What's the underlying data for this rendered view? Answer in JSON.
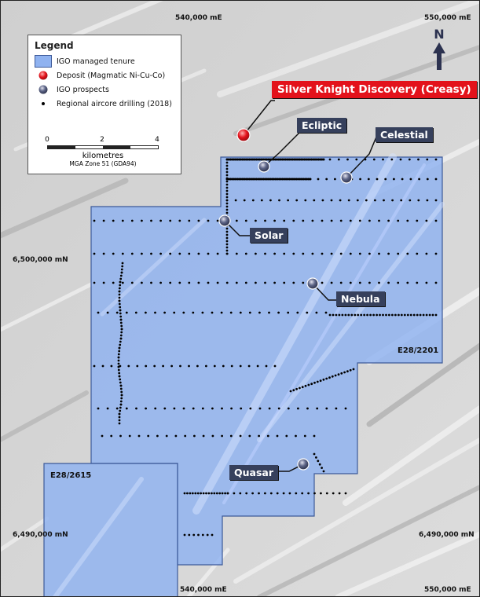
{
  "coordinates": {
    "top_left_e": "540,000 mE",
    "top_right_e": "550,000 mE",
    "bottom_left_e": "540,000 mE",
    "bottom_right_e": "550,000 mE",
    "upper_n_left": "6,500,000 mN",
    "lower_n_left": "6,490,000 mN",
    "lower_n_right": "6,490,000 mN"
  },
  "legend": {
    "title": "Legend",
    "items": [
      {
        "label": "IGO managed tenure",
        "symbol": "tenure-swatch"
      },
      {
        "label": "Deposit (Magmatic Ni-Cu-Co)",
        "symbol": "red-circle",
        "color": "#e3121b"
      },
      {
        "label": "IGO prospects",
        "symbol": "grey-circle",
        "color": "#3a4160"
      },
      {
        "label": "Regional aircore drilling (2018)",
        "symbol": "black-dot",
        "color": "#000000"
      }
    ],
    "scale": {
      "ticks": [
        "0",
        "2",
        "4"
      ],
      "unit": "kilometres",
      "zone": "MGA Zone 51 (GDA94)"
    }
  },
  "north": "N",
  "callouts": {
    "discovery": "Silver Knight Discovery (Creasy)",
    "ecliptic": "Ecliptic",
    "celestial": "Celestial",
    "solar": "Solar",
    "nebula": "Nebula",
    "quasar": "Quasar"
  },
  "tenements": {
    "main": "E28/2201",
    "south": "E28/2615"
  },
  "colors": {
    "tenure_fill": "#8fb2f0",
    "tenure_border": "#3d5a99",
    "callout_bg": "#36405c",
    "discovery_bg": "#e3121b"
  }
}
